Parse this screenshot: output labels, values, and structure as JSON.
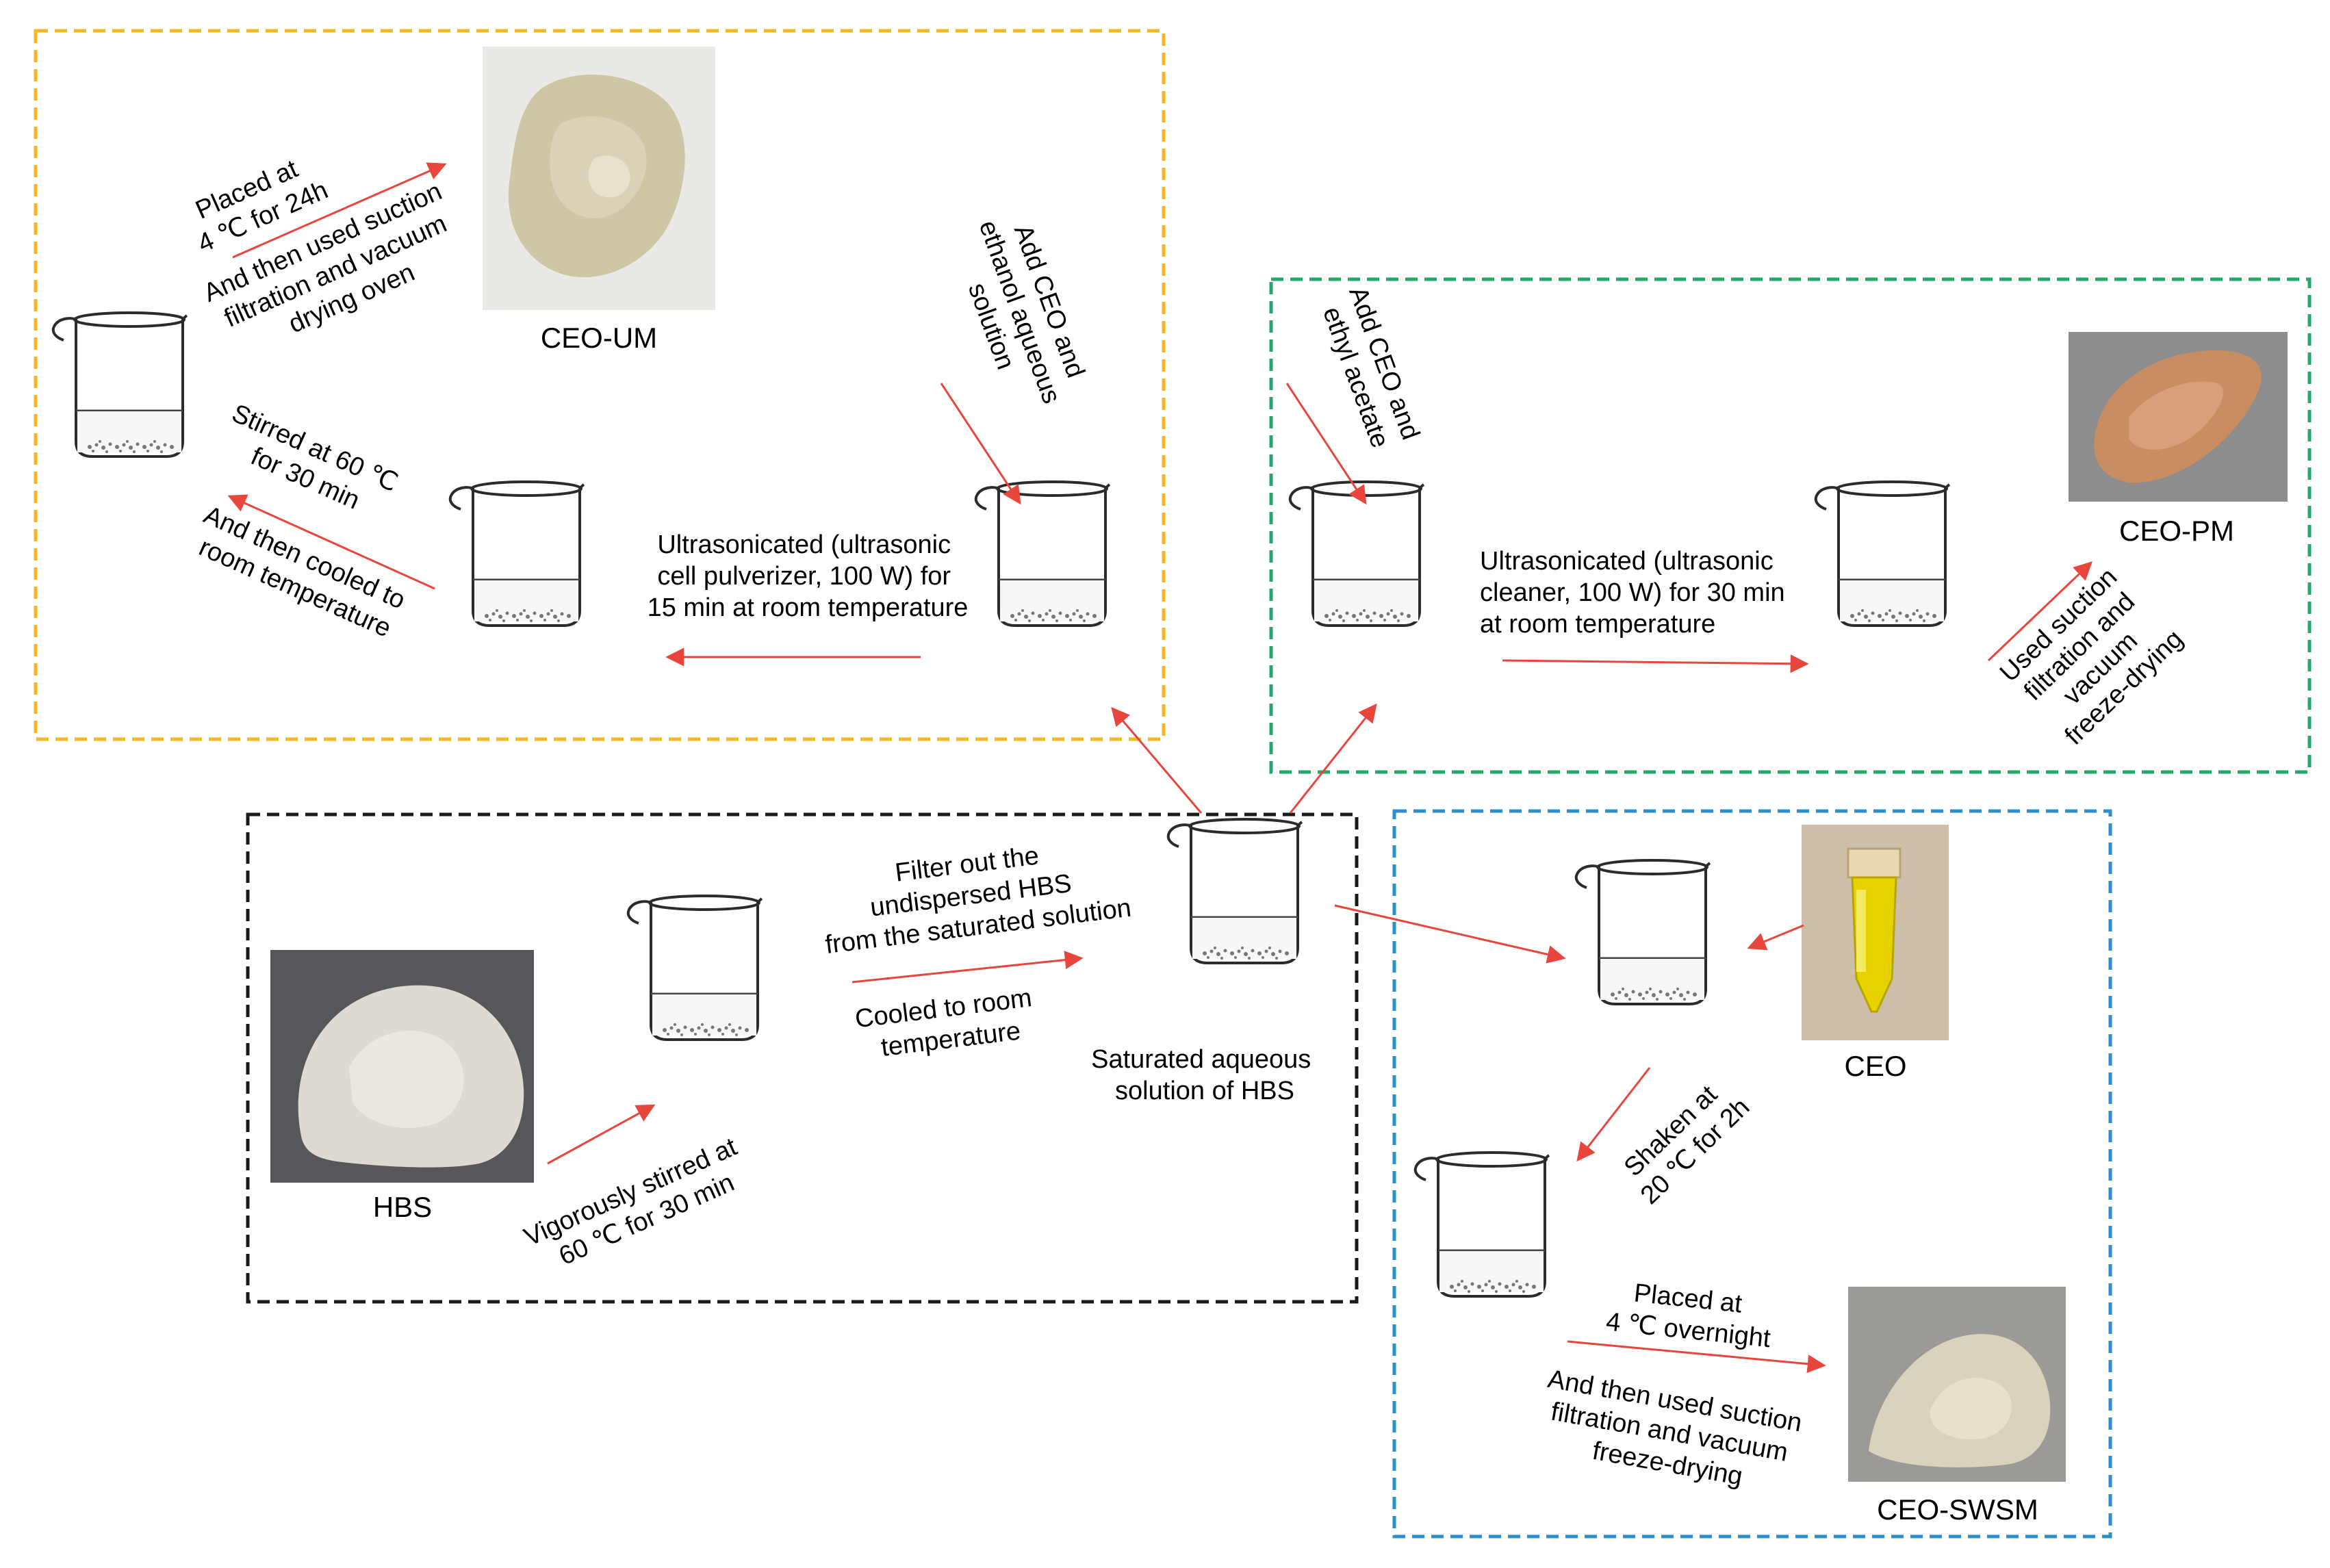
{
  "colors": {
    "box_um": "#f2b824",
    "box_pm": "#22a86a",
    "box_hbs": "#1a1a1a",
    "box_swsm": "#2a8fd0",
    "arrow": "#e8453c",
    "beaker_outline": "#2b2b2b"
  },
  "icons": [
    "beaker-icon",
    "arrow-icon",
    "powder-photo",
    "vial-photo"
  ],
  "products": {
    "ceo_um": "CEO-UM",
    "ceo_pm": "CEO-PM",
    "hbs": "HBS",
    "ceo": "CEO",
    "ceo_swsm": "CEO-SWSM"
  },
  "steps": {
    "um_place": [
      "Placed at",
      "4 ℃ for 24h"
    ],
    "um_filter": [
      "And then used suction",
      "filtration and vacuum",
      "drying oven"
    ],
    "um_stir": [
      "Stirred at 60 ℃",
      "for 30 min"
    ],
    "um_cool": [
      "And then cooled to",
      "room temperature"
    ],
    "um_ultra": [
      "Ultrasonicated (ultrasonic",
      "cell pulverizer, 100 W) for",
      "15 min at room temperature"
    ],
    "um_add": [
      "Add CEO and",
      "ethanol aqueous",
      "solution"
    ],
    "pm_add": [
      "Add CEO and",
      "ethyl acetate"
    ],
    "pm_ultra": [
      "Ultrasonicated (ultrasonic",
      "cleaner, 100 W) for 30 min",
      "at room temperature"
    ],
    "pm_filter": [
      "Used suction",
      "filtration and",
      "vacuum",
      "freeze-drying"
    ],
    "hbs_filter": [
      "Filter out the",
      "undispersed HBS",
      "from the saturated solution"
    ],
    "hbs_cool": [
      "Cooled to room",
      "temperature"
    ],
    "hbs_saturated": [
      "Saturated aqueous",
      "solution of HBS"
    ],
    "hbs_stir": [
      "Vigorously stirred at",
      "60 ℃ for 30 min"
    ],
    "swsm_shake": [
      "Shaken at",
      "20 ℃ for 2h"
    ],
    "swsm_place": [
      "Placed at",
      "4 ℃ overnight"
    ],
    "swsm_filter": [
      "And then used suction",
      "filtration and vacuum",
      "freeze-drying"
    ]
  }
}
